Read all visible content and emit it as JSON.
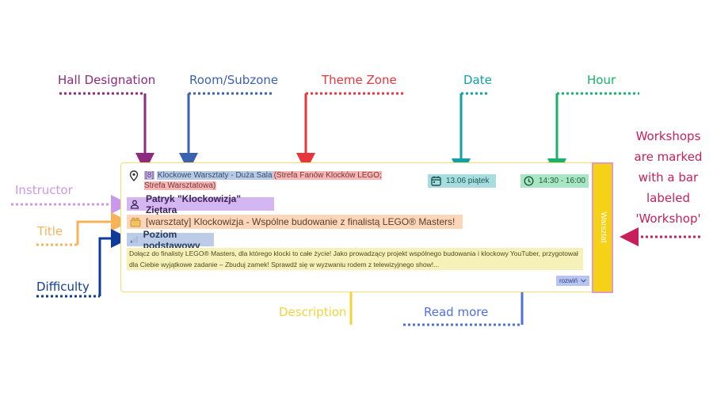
{
  "annotations": {
    "hall": {
      "text": "Hall Designation",
      "color": "#8e2a7f"
    },
    "room": {
      "text": "Room/Subzone",
      "color": "#3b61b3"
    },
    "theme": {
      "text": "Theme Zone",
      "color": "#e8353c"
    },
    "date": {
      "text": "Date",
      "color": "#10a0a8"
    },
    "hour": {
      "text": "Hour",
      "color": "#16b36a"
    },
    "workshops": {
      "text": "Workshops are marked with a bar labeled 'Workshop'",
      "color": "#c81f5a"
    },
    "instructor": {
      "text": "Instructor",
      "color": "#c99ae9"
    },
    "title": {
      "text": "Title",
      "color": "#f7b35a"
    },
    "difficulty": {
      "text": "Difficulty",
      "color": "#0f3c9a"
    },
    "description": {
      "text": "Description",
      "color": "#f2d43a"
    },
    "readmore": {
      "text": "Read more",
      "color": "#4f6fe3"
    }
  },
  "card": {
    "hall": "[8]",
    "room": "Klockowe Warsztaty - Duża Sala",
    "theme": "(Strefa Fanów Klocków LEGO; Strefa Warsztatowa)",
    "date": "13.06 piątek",
    "hour": "14:30 - 16:00",
    "instructor": "Patryk \"Klockowizja\" Ziętara",
    "title": "[warsztaty] Klockowizja - Wspólne budowanie z finalistą LEGO® Masters!",
    "difficulty": "Poziom podstawowy",
    "description": "Dołącz do finalisty LEGO® Masters, dla którego klocki to całe życie! Jako prowadzący projekt wspólnego budowania i klockowy YouTuber, przygotował dla Ciebie wyjątkowe zadanie – Zbuduj zamek! Sprawdź się w wyzwaniu rodem z telewizyjnego show!...",
    "read_more": "rozwiń",
    "side_label": "Warsztat"
  },
  "icons": [
    "location-pin-icon",
    "calendar-icon",
    "clock-icon",
    "user-icon",
    "lego-brick-icon",
    "difficulty-bars-icon",
    "chevron-down-icon"
  ]
}
